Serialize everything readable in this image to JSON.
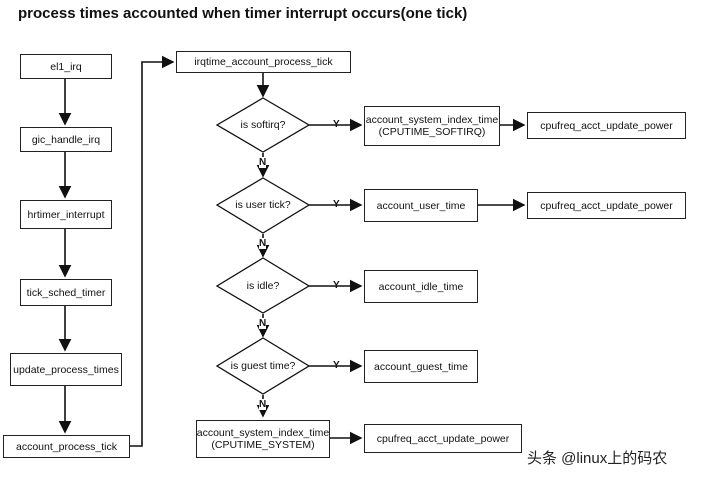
{
  "title": "process times accounted when timer interrupt occurs(one tick)",
  "call_chain": [
    "el1_irq",
    "gic_handle_irq",
    "hrtimer_interrupt",
    "tick_sched_timer",
    "update_process_times",
    "account_process_tick"
  ],
  "entry": "irqtime_account_process_tick",
  "decisions": [
    "is softirq?",
    "is user tick?",
    "is idle?",
    "is guest time?"
  ],
  "yes_label": "Y",
  "no_label": "N",
  "actions": {
    "softirq": "account_system_index_time\n(CPUTIME_SOFTIRQ)",
    "user": "account_user_time",
    "idle": "account_idle_time",
    "guest": "account_guest_time",
    "system": "account_system_index_time\n(CPUTIME_SYSTEM)"
  },
  "power": "cpufreq_acct_update_power",
  "watermark": "头条 @linux上的码农"
}
